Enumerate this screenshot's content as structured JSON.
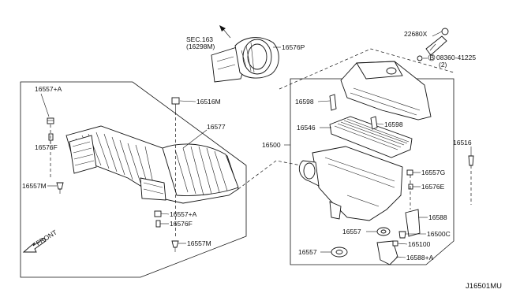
{
  "diagram": {
    "reference_code": "J16501MU",
    "front_label": "FRONT",
    "sec_label_line1": "SEC.163",
    "sec_label_line2": "(16298M)",
    "callouts": {
      "p16576P": "16576P",
      "p22680X": "22680X",
      "p08360": "08360-41225",
      "p08360_qty": "(2)",
      "p08360_prefix": "B",
      "p16557A_top": "16557+A",
      "p16576F_left": "16576F",
      "p16557M_left": "16557M",
      "p16516M": "16516M",
      "p16577": "16577",
      "p16557A_bot": "16557+A",
      "p16576F_bot": "16576F",
      "p16557M_bot": "16557M",
      "p16598_a": "16598",
      "p16598_b": "16598",
      "p16546": "16546",
      "p16500": "16500",
      "p16516": "16516",
      "p16557G": "16557G",
      "p16576E": "16576E",
      "p16588": "16588",
      "p16557": "16557",
      "p16500C": "16500C",
      "p16557_b": "16557",
      "p165100": "165100",
      "p16588A": "16588+A"
    }
  },
  "colors": {
    "line": "#111111",
    "background": "#ffffff"
  }
}
